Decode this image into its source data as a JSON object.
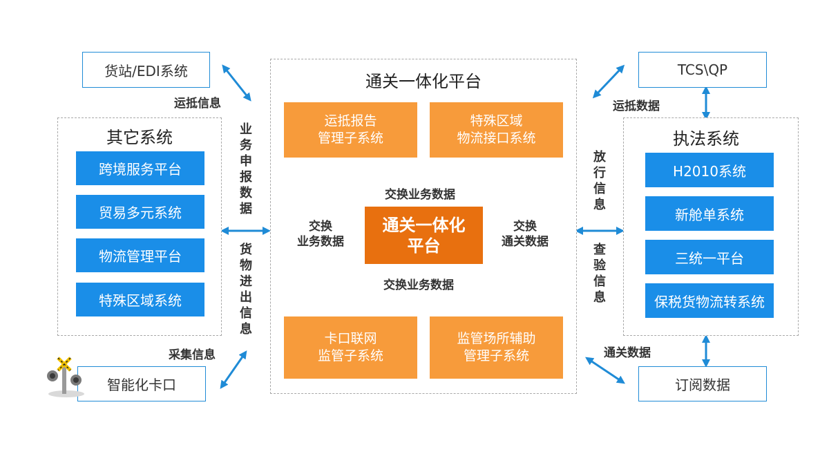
{
  "top_left_box": "货站/EDI系统",
  "top_right_box": "TCS\\QP",
  "bottom_left_box": "智能化卡口",
  "bottom_right_box": "订阅数据",
  "center_panel": {
    "title": "通关一体化平台",
    "core": "通关一体化\n平台",
    "modules": [
      "运抵报告\n管理子系统",
      "特殊区域\n物流接口系统",
      "卡口联网\n监管子系统",
      "监管场所辅助\n管理子系统"
    ],
    "labels": {
      "exchange_top": "交换业务数据",
      "exchange_bottom": "交换业务数据",
      "exchange_left": "交换\n业务数据",
      "exchange_right": "交换\n通关数据"
    }
  },
  "left_group": {
    "title": "其它系统",
    "items": [
      "跨境服务平台",
      "贸易多元系统",
      "物流管理平台",
      "特殊区域系统"
    ]
  },
  "right_group": {
    "title": "执法系统",
    "items": [
      "H2010系统",
      "新舱单系统",
      "三统一平台",
      "保税货物流转系统"
    ]
  },
  "flow_labels": {
    "arrival_info": "运抵信息",
    "arrival_data": "运抵数据",
    "business_declaration": "业务申报数据",
    "goods_in_out": "货物进出信息",
    "release_info": "放行信息",
    "inspection_info": "查验信息",
    "collect_info": "采集信息",
    "customs_data": "通关数据"
  },
  "colors": {
    "blue_arrow": "#1f8bd6",
    "green_arrow": "#7ccb1f",
    "orange_module": "#f79b3b",
    "orange_core": "#e8700f",
    "blue_item": "#1a8ee8"
  }
}
